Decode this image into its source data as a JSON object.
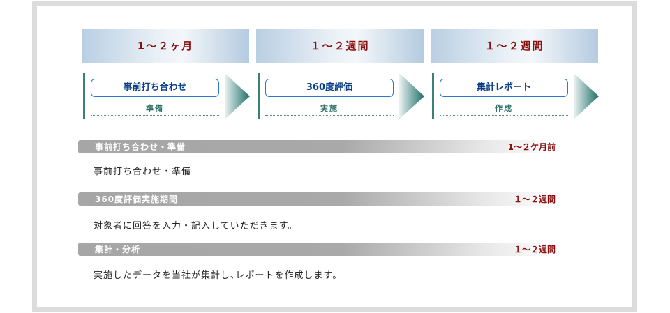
{
  "timeline": [
    {
      "duration": "1～２ヶ月",
      "title": "事前打ち合わせ",
      "subtitle": "準備"
    },
    {
      "duration": "１～２週間",
      "title": "360度評価",
      "subtitle": "実施"
    },
    {
      "duration": "１～２週間",
      "title": "集計レポート",
      "subtitle": "作成"
    }
  ],
  "sections": [
    {
      "label": "事前打ち合わせ・準備",
      "duration": "1～２ケ月前",
      "body": "事前打ち合わせ・準備"
    },
    {
      "label": "360度評価実施期間",
      "duration": "１～２週間",
      "body": "対象者に回答を入力・記入していただきます。"
    },
    {
      "label": "集計・分析",
      "duration": "１～２週間",
      "body": "実施したデータを当社が集計し､レポートを作成します。"
    }
  ]
}
